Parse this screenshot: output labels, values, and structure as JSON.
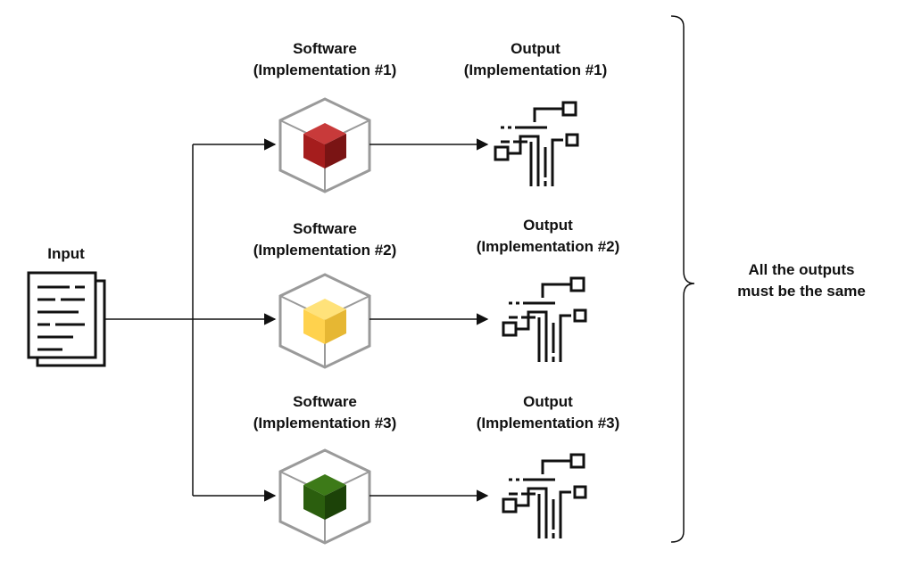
{
  "input": {
    "label": "Input",
    "icon": "document-icon"
  },
  "implementations": [
    {
      "software_line1": "Software",
      "software_line2": "(Implementation #1)",
      "output_line1": "Output",
      "output_line2": "(Implementation #1)",
      "cube_color": "#a51d1d",
      "cube_color_dark": "#7a1414"
    },
    {
      "software_line1": "Software",
      "software_line2": "(Implementation #2)",
      "output_line1": "Output",
      "output_line2": "(Implementation #2)",
      "cube_color": "#ffd24d",
      "cube_color_dark": "#e6b733"
    },
    {
      "software_line1": "Software",
      "software_line2": "(Implementation #3)",
      "output_line1": "Output",
      "output_line2": "(Implementation #3)",
      "cube_color": "#2b5e0e",
      "cube_color_dark": "#1c4208"
    }
  ],
  "conclusion": {
    "line1": "All the outputs",
    "line2": "must be the same"
  },
  "colors": {
    "stroke": "#111111",
    "box_stroke": "#9a9a9a",
    "text": "#111111"
  }
}
